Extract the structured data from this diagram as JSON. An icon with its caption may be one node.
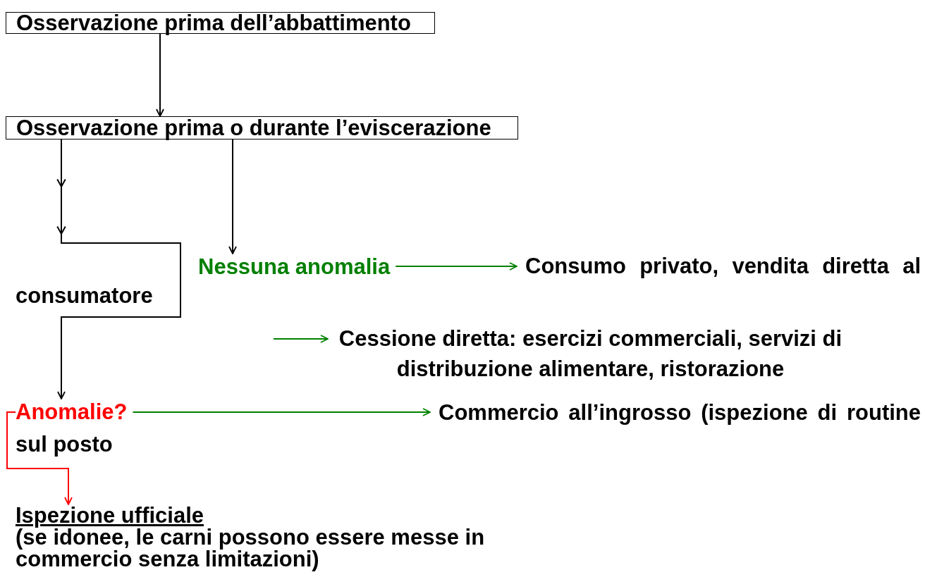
{
  "diagram": {
    "nodes": [
      {
        "text": [
          "Osservazione prima dell’abbattimento"
        ]
      },
      {
        "text": [
          "Osservazione prima o durante l’eviscerazione"
        ]
      },
      {
        "text": [
          "Nessuna anomalia"
        ]
      },
      {
        "text": [
          "Consumo privato, vendita diretta al consumatore"
        ]
      },
      {
        "text": [
          "Cessione diretta: esercizi commerciali, servizi di distribuzione alimentare, ristorazione"
        ]
      },
      {
        "text": [
          "Anomalie?"
        ]
      },
      {
        "text": [
          "Commercio all’ingrosso (ispezione di routine sul posto"
        ]
      },
      {
        "text": [
          "Ispezione ufficiale",
          "(se idonee, le carni possono essere messe in commercio senza limitazioni)"
        ]
      }
    ],
    "edges": [
      {
        "from": 0,
        "to": 1,
        "arrow": "to"
      },
      {
        "from": 1,
        "to": 2,
        "arrow": "to"
      },
      {
        "from": 1,
        "to": 5,
        "arrow": "to"
      },
      {
        "from": 2,
        "to": 3,
        "arrow": "to",
        "color": "#008000"
      },
      {
        "from": null,
        "to": 4,
        "arrow": "to",
        "color": "#008000"
      },
      {
        "from": 5,
        "to": 6,
        "arrow": "to",
        "color": "#008000"
      },
      {
        "from": 5,
        "to": 7,
        "arrow": "to",
        "color": "#ff0000"
      }
    ]
  }
}
